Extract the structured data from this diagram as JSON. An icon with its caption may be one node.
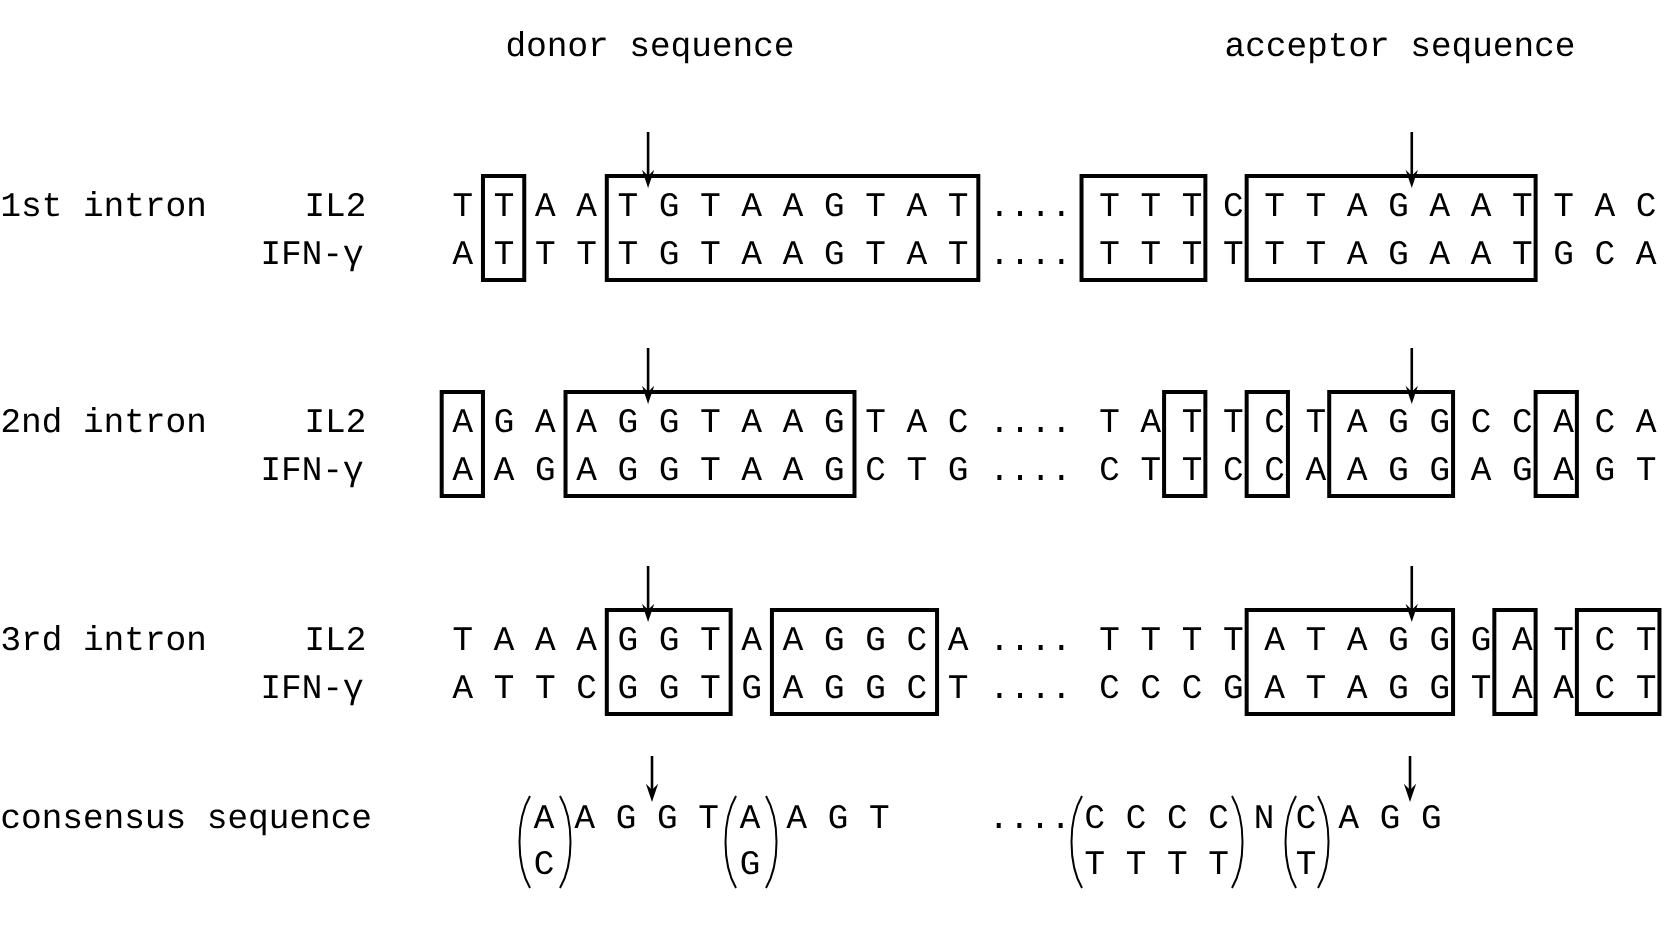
{
  "diagram": {
    "labels": [
      "donor sequence",
      "acceptor sequence",
      "1st intron",
      "IL2",
      "T T A A T G T A A G T A T .... T T T C T T A G A A T T A C",
      "IFN-γ",
      "A T T T T G T A A G T A T .... T T T T T T A G A A T G C A",
      "2nd intron",
      "IL2",
      "A G A A G G T A A G T A C .... T A T T C T A G G C C A C A",
      "IFN-γ",
      "A A G A G G T A A G C T G .... C T T C C A A G G A G A G T",
      "3rd intron",
      "IL2",
      "T A A A G G T A A G G C A .... T T T T A T A G G G A T C T",
      "IFN-γ",
      "A T T C G G T G A G G C T .... C C C G A T A G G T A A C T",
      "consensus sequence",
      "A",
      "A G G T",
      "A",
      "A G T",
      "....",
      "C C C C",
      "N",
      "C",
      "A G G",
      "C",
      "G",
      "T T T T",
      "T"
    ]
  }
}
